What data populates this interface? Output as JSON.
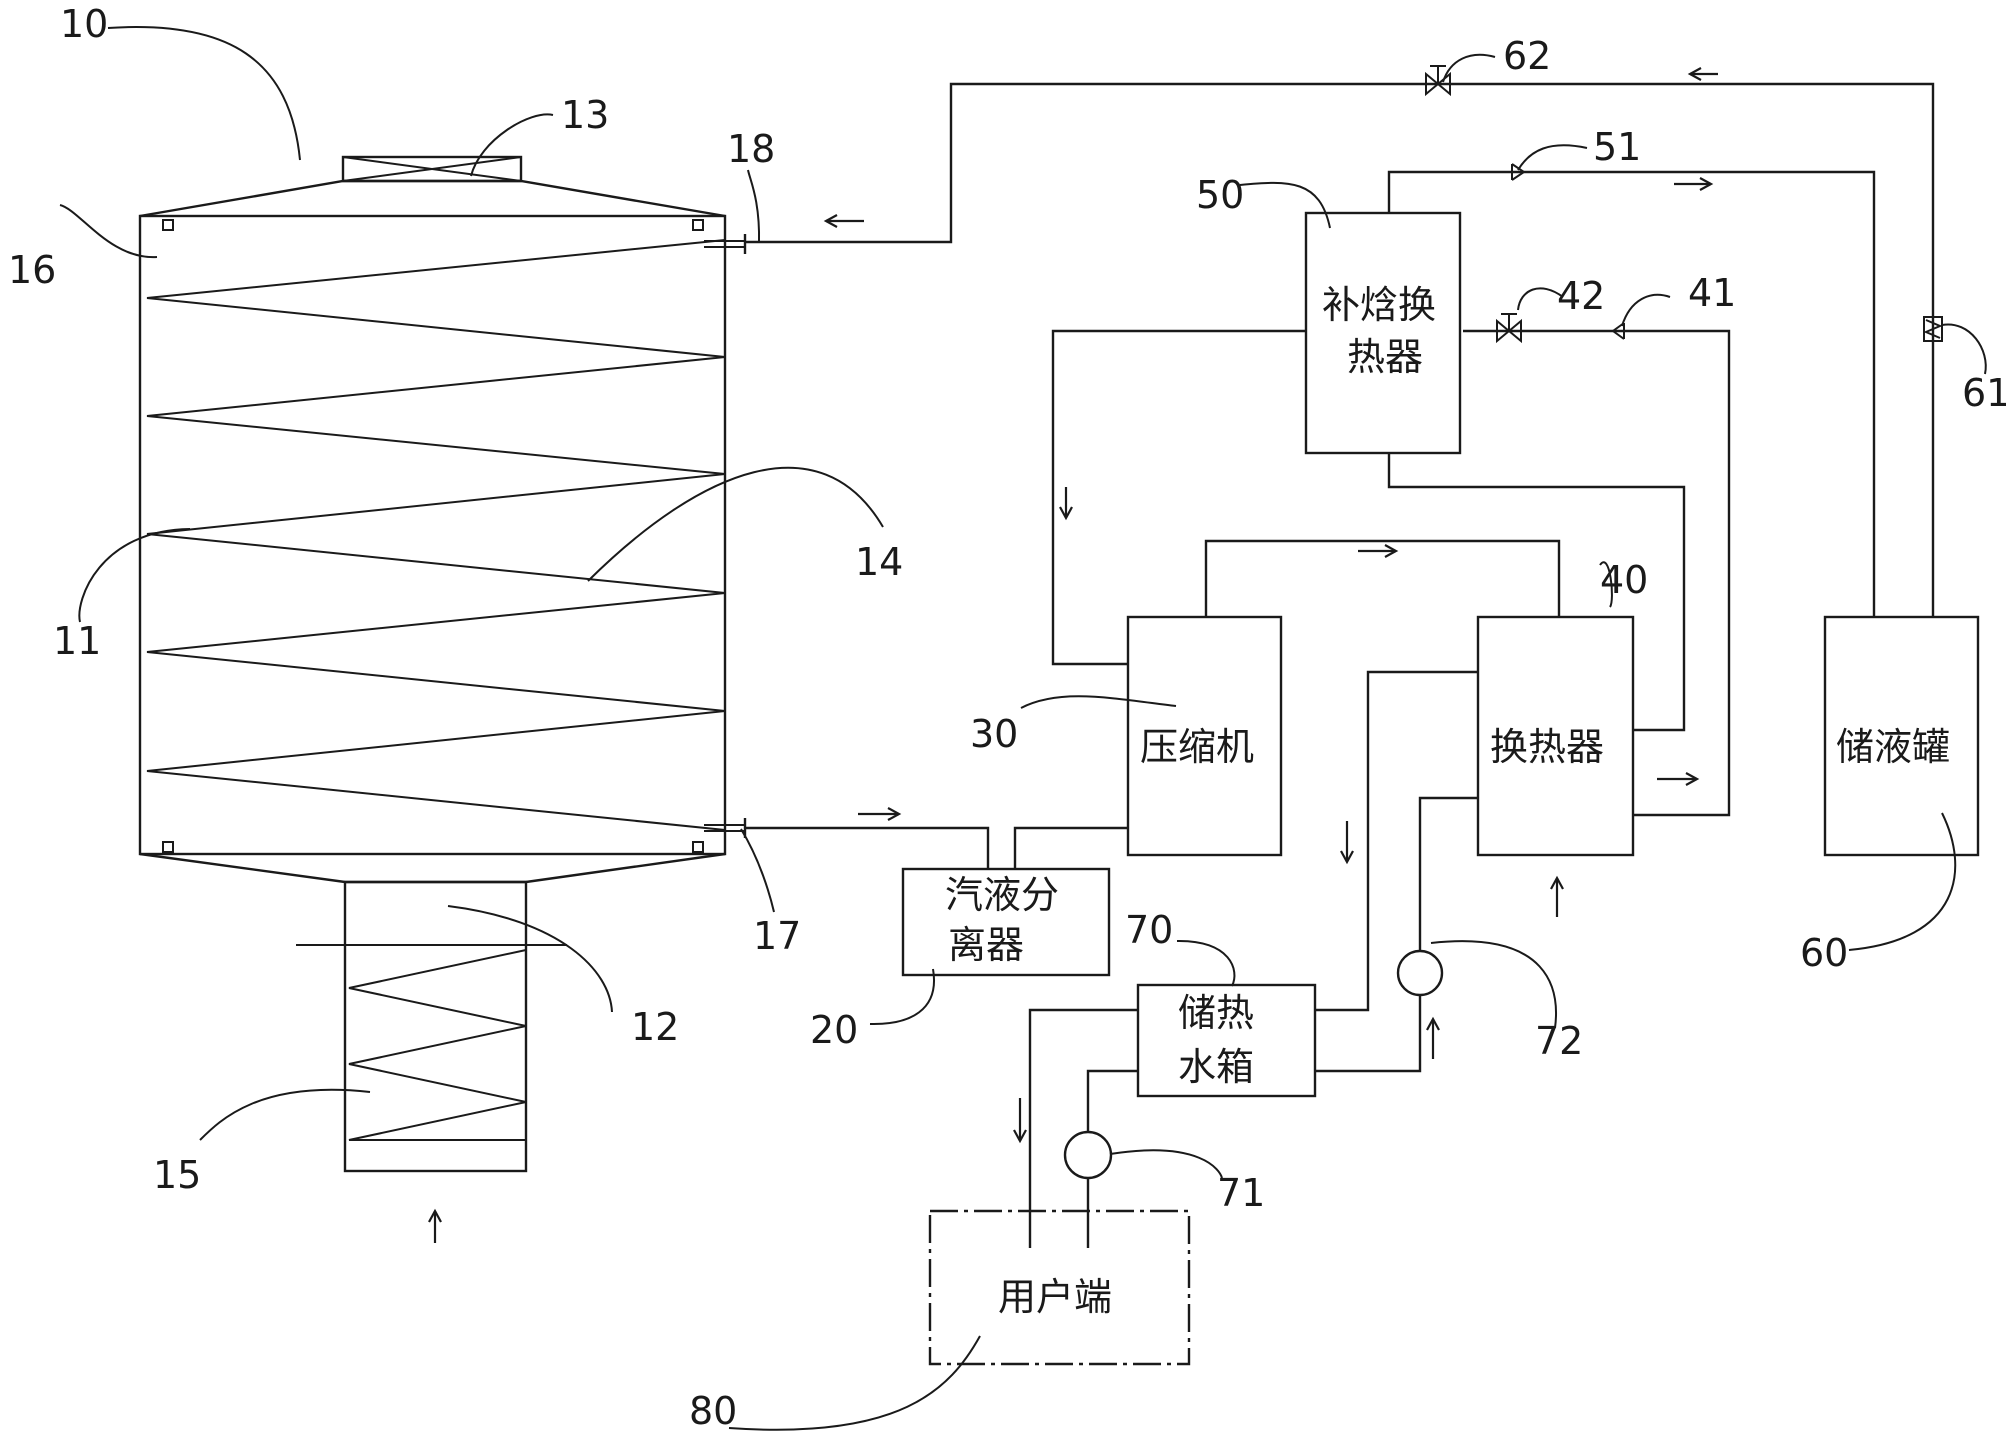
{
  "components": {
    "gas_liquid_separator": {
      "line1": "汽液分",
      "line2": "离器"
    },
    "compressor": "压缩机",
    "heat_exchanger": "换热器",
    "enthalpy_heat_exchanger": {
      "line1": "补焓换",
      "line2": "热器"
    },
    "liquid_tank": "储液罐",
    "hot_water_tank": {
      "line1": "储热",
      "line2": "水箱"
    },
    "user_end": "用户端"
  },
  "reference_numbers": {
    "n10": "10",
    "n11": "11",
    "n12": "12",
    "n13": "13",
    "n14": "14",
    "n15": "15",
    "n16": "16",
    "n17": "17",
    "n18": "18",
    "n20": "20",
    "n30": "30",
    "n40": "40",
    "n41": "41",
    "n42": "42",
    "n50": "50",
    "n51": "51",
    "n60": "60",
    "n61": "61",
    "n62": "62",
    "n70": "70",
    "n71": "71",
    "n72": "72",
    "n80": "80"
  }
}
